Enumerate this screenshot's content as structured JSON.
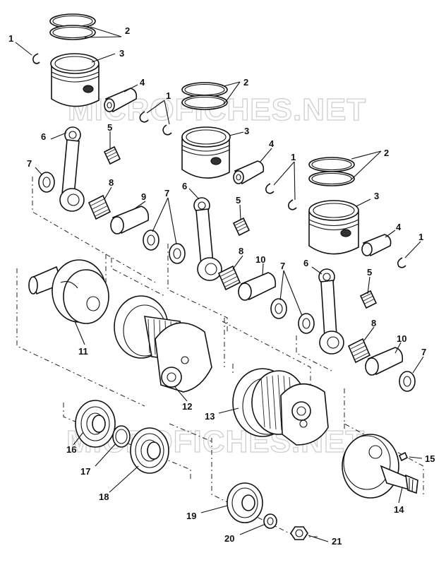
{
  "watermark": {
    "text": "MICROFICHES.NET",
    "color": "#cfcfcf"
  },
  "callouts": [
    {
      "id": "c1a",
      "text": "1"
    },
    {
      "id": "c2a",
      "text": "2"
    },
    {
      "id": "c3a",
      "text": "3"
    },
    {
      "id": "c4a",
      "text": "4"
    },
    {
      "id": "c1b",
      "text": "1"
    },
    {
      "id": "c2b",
      "text": "2"
    },
    {
      "id": "c5a",
      "text": "5"
    },
    {
      "id": "c6a",
      "text": "6"
    },
    {
      "id": "c3b",
      "text": "3"
    },
    {
      "id": "c7a",
      "text": "7"
    },
    {
      "id": "c4b",
      "text": "4"
    },
    {
      "id": "c1c",
      "text": "1"
    },
    {
      "id": "c2c",
      "text": "2"
    },
    {
      "id": "c8a",
      "text": "8"
    },
    {
      "id": "c9",
      "text": "9"
    },
    {
      "id": "c7b",
      "text": "7"
    },
    {
      "id": "c6b",
      "text": "6"
    },
    {
      "id": "c5b",
      "text": "5"
    },
    {
      "id": "c3c",
      "text": "3"
    },
    {
      "id": "c4c",
      "text": "4"
    },
    {
      "id": "c1d",
      "text": "1"
    },
    {
      "id": "c8b",
      "text": "8"
    },
    {
      "id": "c10a",
      "text": "10"
    },
    {
      "id": "c7c",
      "text": "7"
    },
    {
      "id": "c6c",
      "text": "6"
    },
    {
      "id": "c5c",
      "text": "5"
    },
    {
      "id": "c11",
      "text": "11"
    },
    {
      "id": "c8c",
      "text": "8"
    },
    {
      "id": "c10b",
      "text": "10"
    },
    {
      "id": "c7d",
      "text": "7"
    },
    {
      "id": "c12",
      "text": "12"
    },
    {
      "id": "c13",
      "text": "13"
    },
    {
      "id": "c16",
      "text": "16"
    },
    {
      "id": "c15",
      "text": "15"
    },
    {
      "id": "c17",
      "text": "17"
    },
    {
      "id": "c18",
      "text": "18"
    },
    {
      "id": "c14",
      "text": "14"
    },
    {
      "id": "c19",
      "text": "19"
    },
    {
      "id": "c20",
      "text": "20"
    },
    {
      "id": "c21",
      "text": "21"
    }
  ]
}
